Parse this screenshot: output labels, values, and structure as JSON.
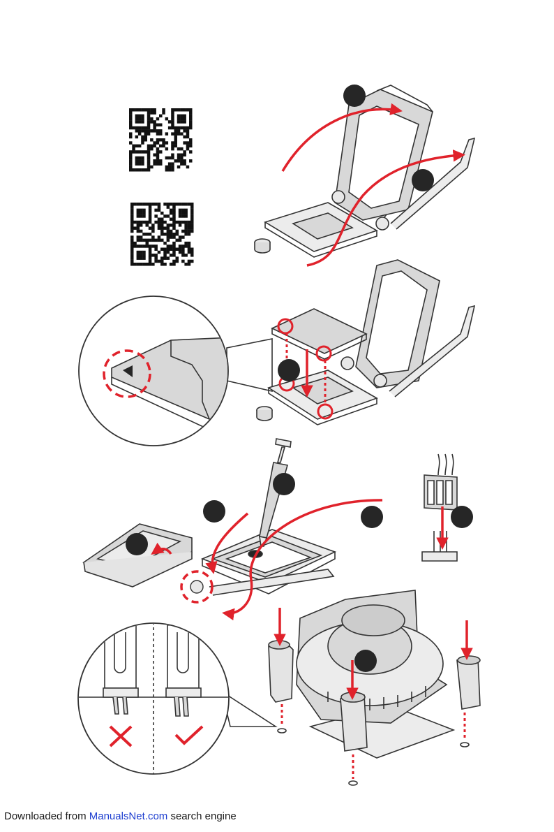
{
  "footer": {
    "prefix": "Downloaded from ",
    "link_text": "ManualsNet.com",
    "suffix": " search engine"
  },
  "colors": {
    "accent_red": "#e0222b",
    "step_circle": "#262626",
    "line": "#333333",
    "metal_fill": "#d8d8d8"
  },
  "steps": [
    {
      "name": "step-1-marker",
      "icon": "filled-circle"
    },
    {
      "name": "step-2-marker",
      "icon": "filled-circle"
    },
    {
      "name": "step-3-marker",
      "icon": "filled-circle"
    },
    {
      "name": "step-4-marker",
      "icon": "filled-circle"
    },
    {
      "name": "step-5-marker",
      "icon": "filled-circle"
    },
    {
      "name": "step-6-marker",
      "icon": "filled-circle"
    },
    {
      "name": "step-7-marker",
      "icon": "filled-circle"
    },
    {
      "name": "step-8-marker",
      "icon": "filled-circle"
    },
    {
      "name": "step-9-marker",
      "icon": "filled-circle"
    }
  ],
  "qr_codes": [
    {
      "name": "qr-code-top",
      "icon": "qr-code"
    },
    {
      "name": "qr-code-bottom",
      "icon": "qr-code"
    }
  ],
  "marks": {
    "wrong": "cross-icon",
    "right": "check-icon"
  }
}
